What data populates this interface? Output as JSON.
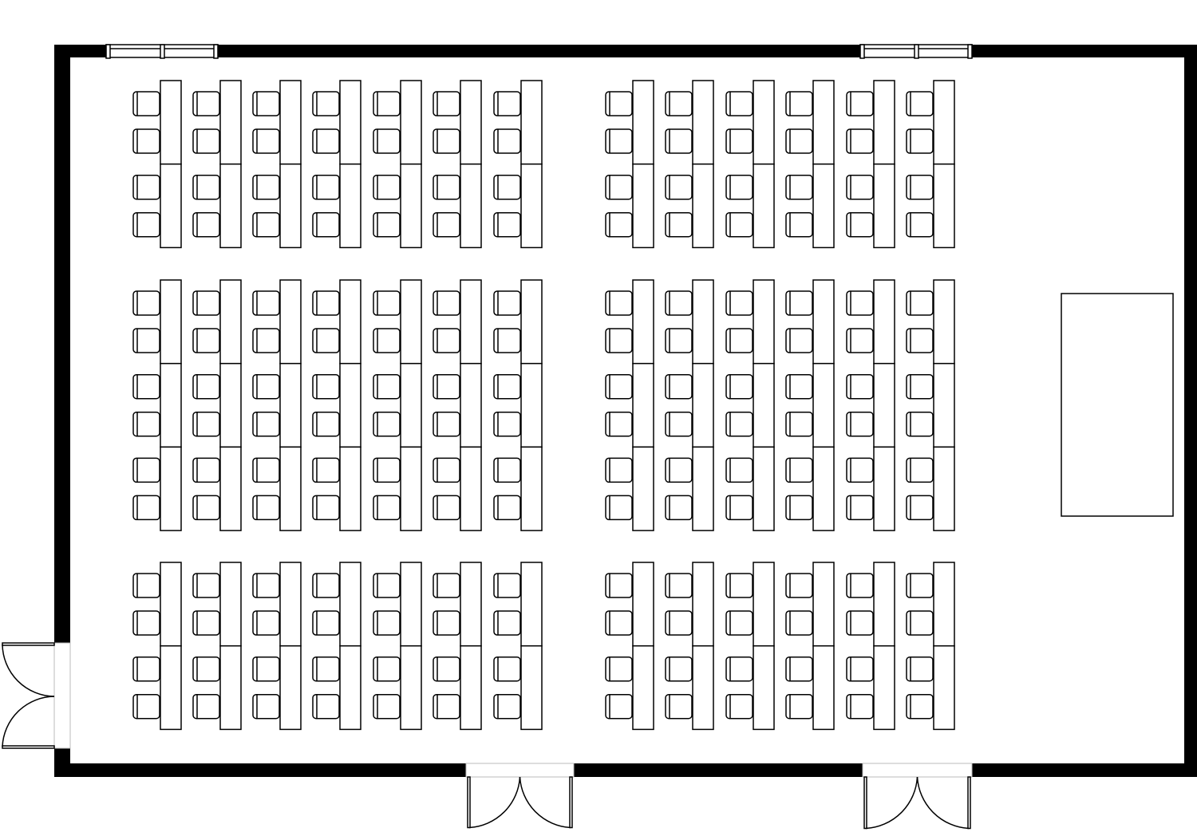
{
  "floor_plan": {
    "title": "",
    "colors": {
      "wall": "#000000",
      "line": "#000000",
      "background": "#ffffff"
    },
    "seating": {
      "blocks": [
        {
          "name": "left-top",
          "columns": 7,
          "tables_per_column": 2,
          "chairs_per_table": 2
        },
        {
          "name": "right-top",
          "columns": 6,
          "tables_per_column": 2,
          "chairs_per_table": 2
        },
        {
          "name": "left-middle",
          "columns": 7,
          "tables_per_column": 3,
          "chairs_per_table": 2
        },
        {
          "name": "right-middle",
          "columns": 6,
          "tables_per_column": 3,
          "chairs_per_table": 2
        },
        {
          "name": "left-bottom",
          "columns": 7,
          "tables_per_column": 2,
          "chairs_per_table": 2
        },
        {
          "name": "right-bottom",
          "columns": 6,
          "tables_per_column": 2,
          "chairs_per_table": 2
        }
      ]
    },
    "stage": {
      "present": true
    },
    "windows": 2,
    "doors": {
      "double_doors": 3
    }
  }
}
